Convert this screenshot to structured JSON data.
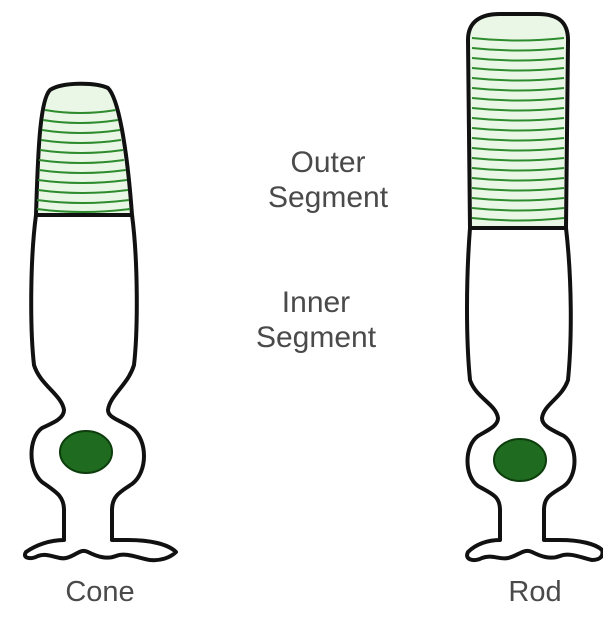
{
  "labels": {
    "outer_line1": "Outer",
    "outer_line2": "Segment",
    "inner_line1": "Inner",
    "inner_line2": "Segment",
    "cone": "Cone",
    "rod": "Rod"
  },
  "colors": {
    "outline": "#111111",
    "disc_fill": "#eaf7e6",
    "disc_lines": "#2e8b2e",
    "nucleus": "#1f6b1f",
    "text": "#4a4a4a"
  },
  "icons": {
    "cone_cell": "cone-photoreceptor-icon",
    "rod_cell": "rod-photoreceptor-icon"
  }
}
